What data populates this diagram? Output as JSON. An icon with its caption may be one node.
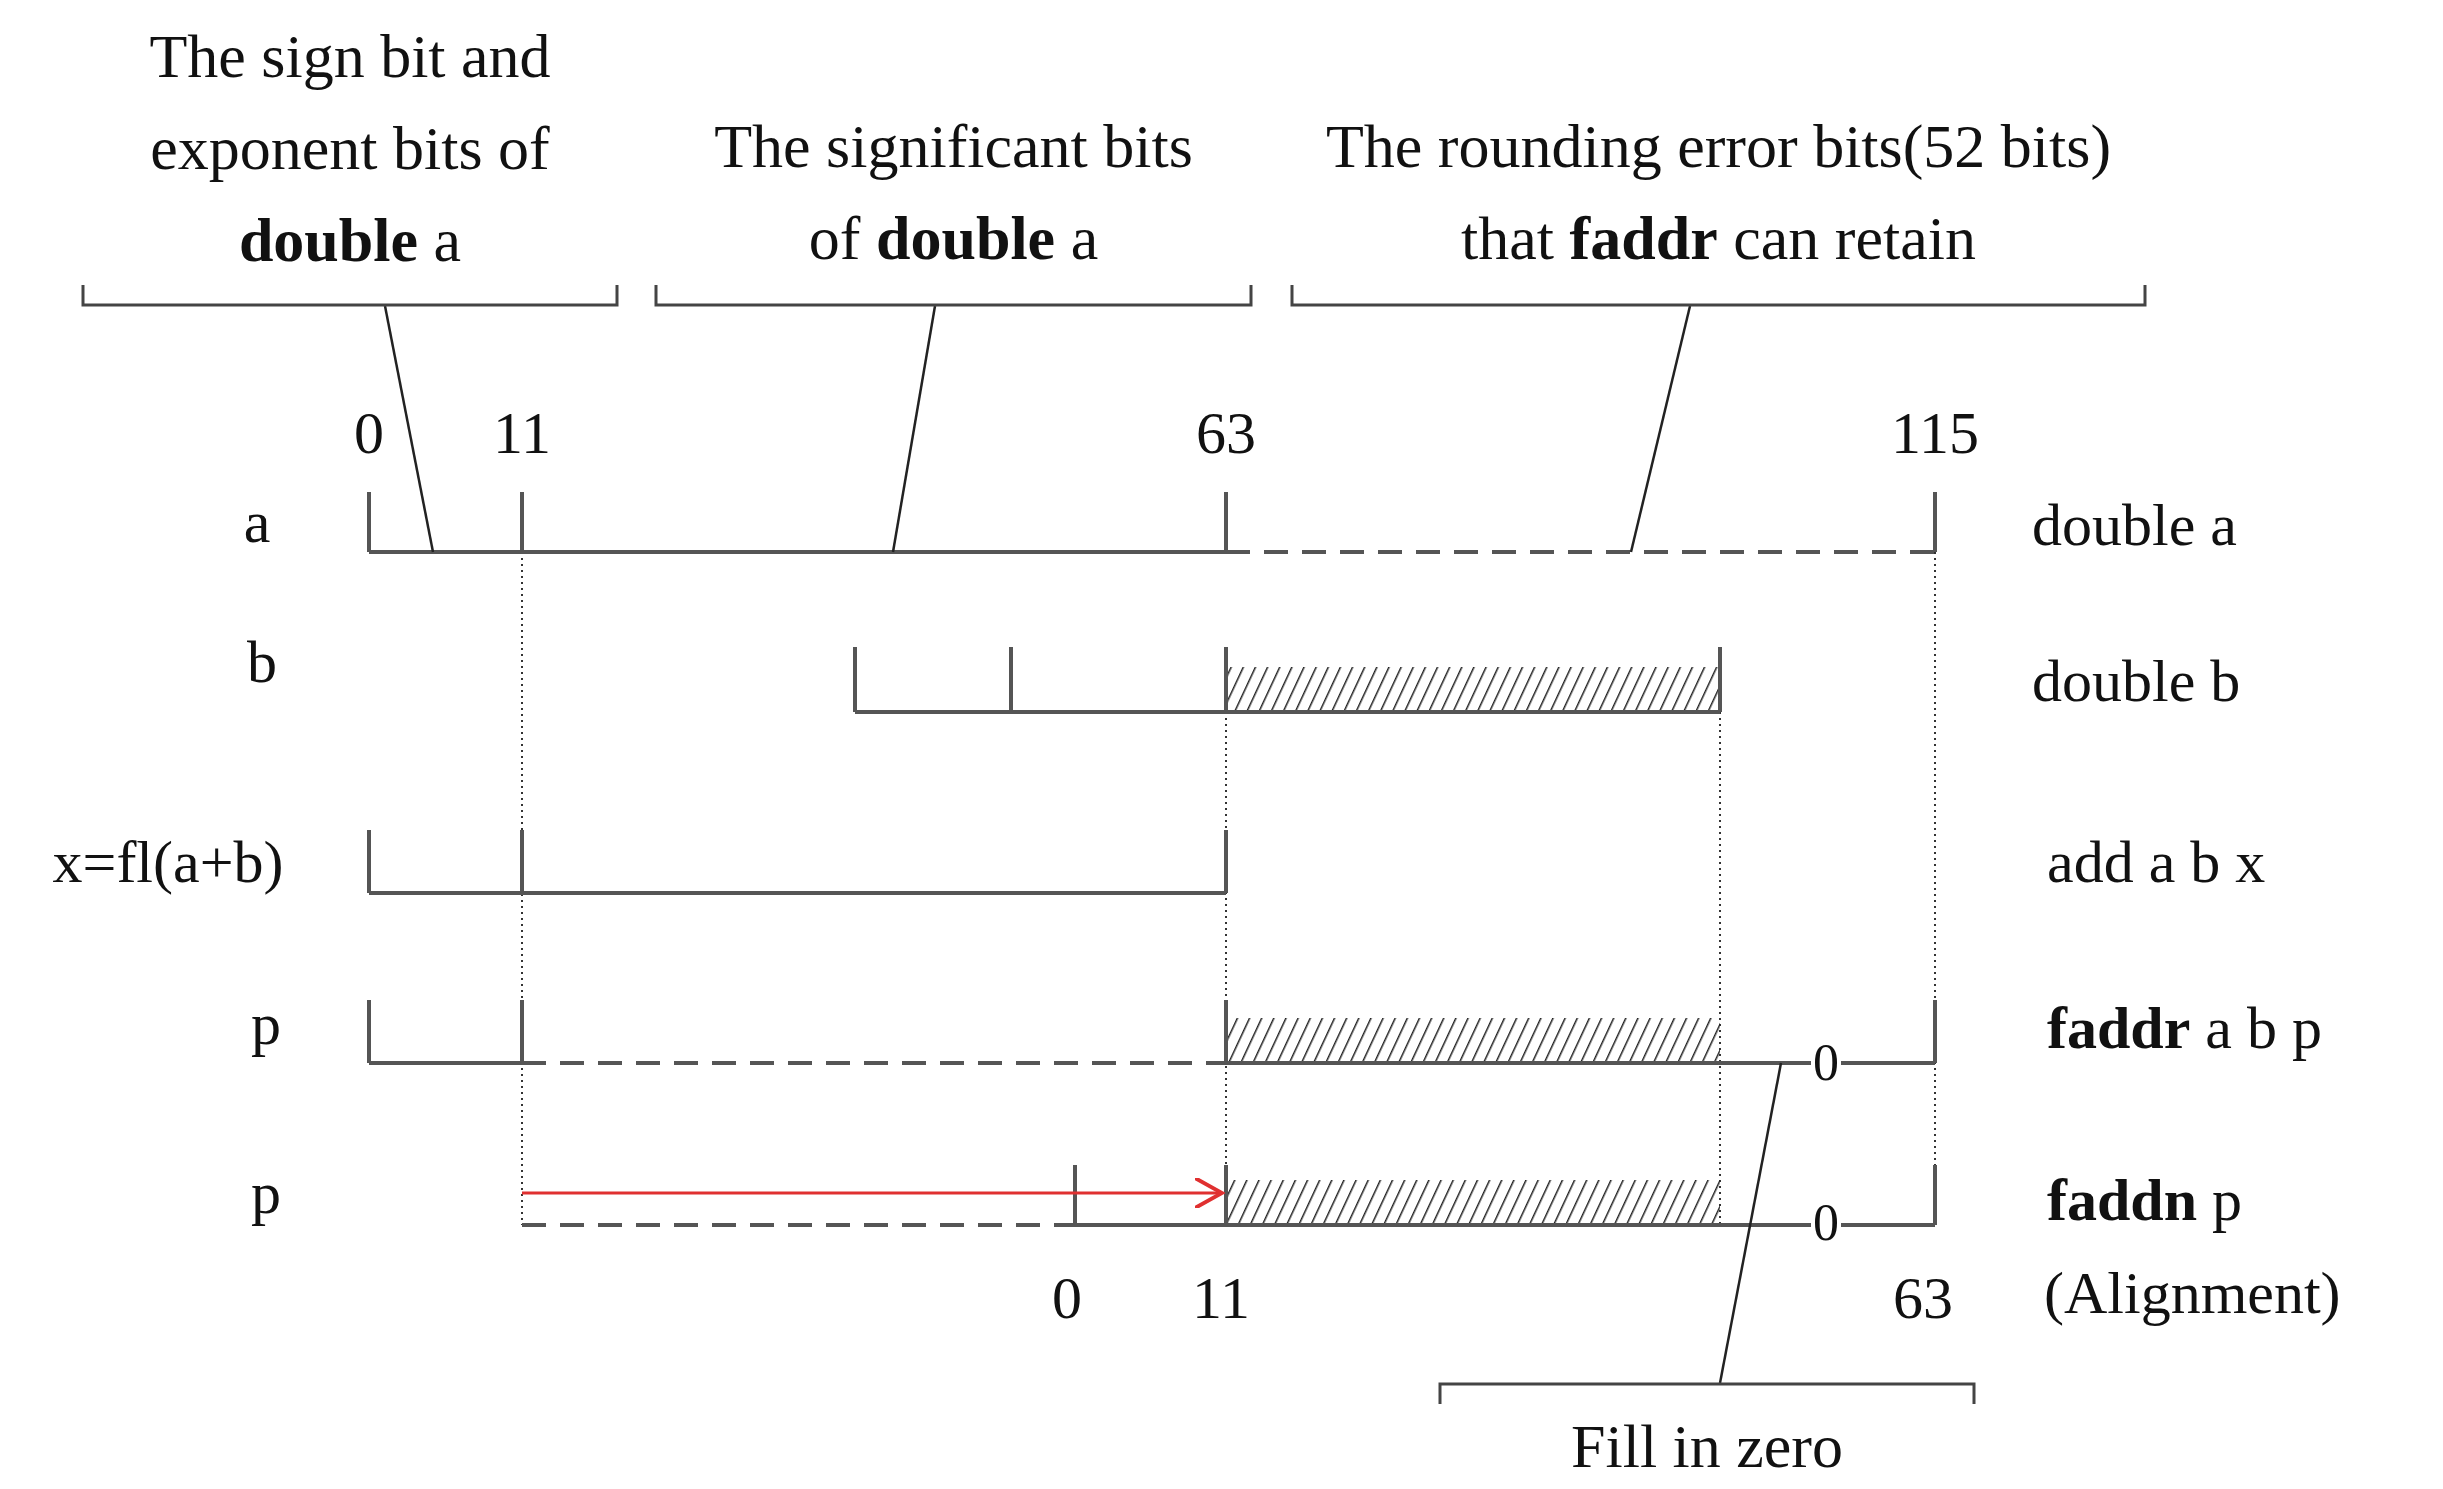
{
  "diagram": {
    "nodes": [
      {
        "text": [
          "The sign bit and exponent bits of **double** a"
        ]
      },
      {
        "text": [
          "The significant bits of **double** a"
        ]
      },
      {
        "text": [
          "The rounding error bits(52 bits) that **faddr** can retain"
        ]
      },
      {
        "text": [],
        "shape": "bar"
      },
      {
        "text": [],
        "shape": "bar"
      },
      {
        "text": [],
        "shape": "bar"
      },
      {
        "text": [],
        "shape": "bar"
      },
      {
        "text": [],
        "shape": "bar"
      },
      {
        "text": [
          "Fill in zero"
        ]
      }
    ],
    "edges": [
      {
        "from": 0,
        "to": 3,
        "arrow": "none"
      },
      {
        "from": 1,
        "to": 3,
        "arrow": "none"
      },
      {
        "from": 2,
        "to": 3,
        "arrow": "none"
      },
      {
        "from": 8,
        "to": 6,
        "arrow": "none"
      }
    ],
    "labels": [
      "0",
      "11",
      "63",
      "115",
      "a",
      "double a",
      "b",
      "double b",
      "x=fl(a+b)",
      "add a b x",
      "p",
      "**faddr** a b p",
      "0",
      "p",
      "**faddn** p",
      "0",
      "0",
      "11",
      "63",
      "(Alignment)"
    ]
  }
}
